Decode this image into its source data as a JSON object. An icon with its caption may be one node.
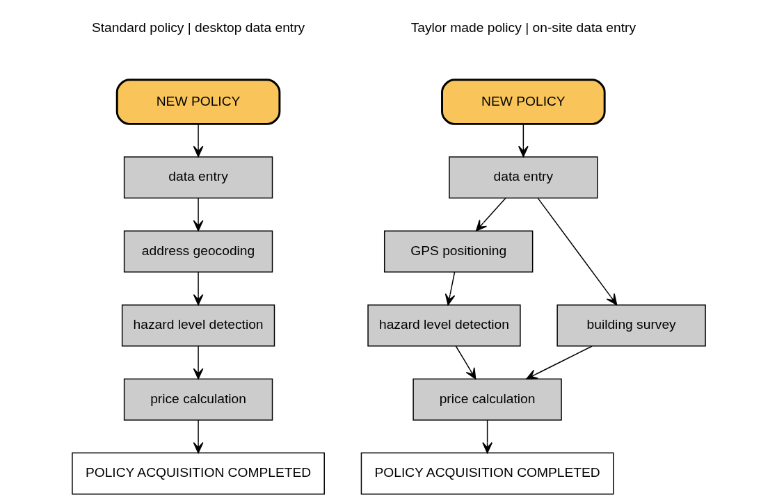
{
  "diagram": {
    "nodes": [
      {
        "text": [
          "NEW POLICY"
        ]
      },
      {
        "text": [
          "data entry"
        ]
      },
      {
        "text": [
          "address geocoding"
        ]
      },
      {
        "text": [
          "hazard level detection"
        ]
      },
      {
        "text": [
          "price calculation"
        ]
      },
      {
        "text": [
          "POLICY ACQUISITION COMPLETED"
        ]
      },
      {
        "text": [
          "NEW POLICY"
        ]
      },
      {
        "text": [
          "data entry"
        ]
      },
      {
        "text": [
          "GPS positioning"
        ]
      },
      {
        "text": [
          "building survey"
        ]
      },
      {
        "text": [
          "hazard level detection"
        ]
      },
      {
        "text": [
          "price calculation"
        ]
      },
      {
        "text": [
          "POLICY ACQUISITION COMPLETED"
        ]
      }
    ],
    "edges": [
      {
        "from": 0,
        "to": 1,
        "arrow": "to"
      },
      {
        "from": 1,
        "to": 2,
        "arrow": "to"
      },
      {
        "from": 2,
        "to": 3,
        "arrow": "to"
      },
      {
        "from": 3,
        "to": 4,
        "arrow": "to"
      },
      {
        "from": 4,
        "to": 5,
        "arrow": "to"
      },
      {
        "from": 6,
        "to": 7,
        "arrow": "to"
      },
      {
        "from": 7,
        "to": 8,
        "arrow": "to"
      },
      {
        "from": 7,
        "to": 9,
        "arrow": "to"
      },
      {
        "from": 8,
        "to": 10,
        "arrow": "to"
      },
      {
        "from": 10,
        "to": 11,
        "arrow": "to"
      },
      {
        "from": 9,
        "to": 11,
        "arrow": "to"
      },
      {
        "from": 11,
        "to": 12,
        "arrow": "to"
      }
    ],
    "labels": [
      "Standard policy | desktop data entry",
      "Taylor made policy | on-site data entry"
    ]
  }
}
